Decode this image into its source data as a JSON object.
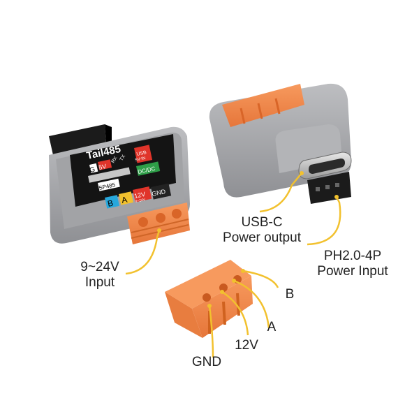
{
  "device_left": {
    "title": "Tail485",
    "pins_top": [
      "G",
      "5V",
      "RX",
      "TX"
    ],
    "usb_badge": [
      "USB",
      "5V-IN"
    ],
    "chip": "SP485",
    "converter": "DC/DC",
    "terminals": [
      "B",
      "A",
      "12V",
      "GND"
    ],
    "voltage_sub": "9~24V"
  },
  "callouts": {
    "input": [
      "9~24V",
      "Input"
    ],
    "usb_c": [
      "USB-C",
      "Power output"
    ],
    "ph": [
      "PH2.0-4P",
      "Power Input"
    ],
    "b": "B",
    "a": "A",
    "v12": "12V",
    "gnd": "GND"
  },
  "colors": {
    "body_gray": "#a7a8ab",
    "orange": "#f28a4c",
    "leader": "#f2c12e",
    "black": "#1b1b1b"
  }
}
